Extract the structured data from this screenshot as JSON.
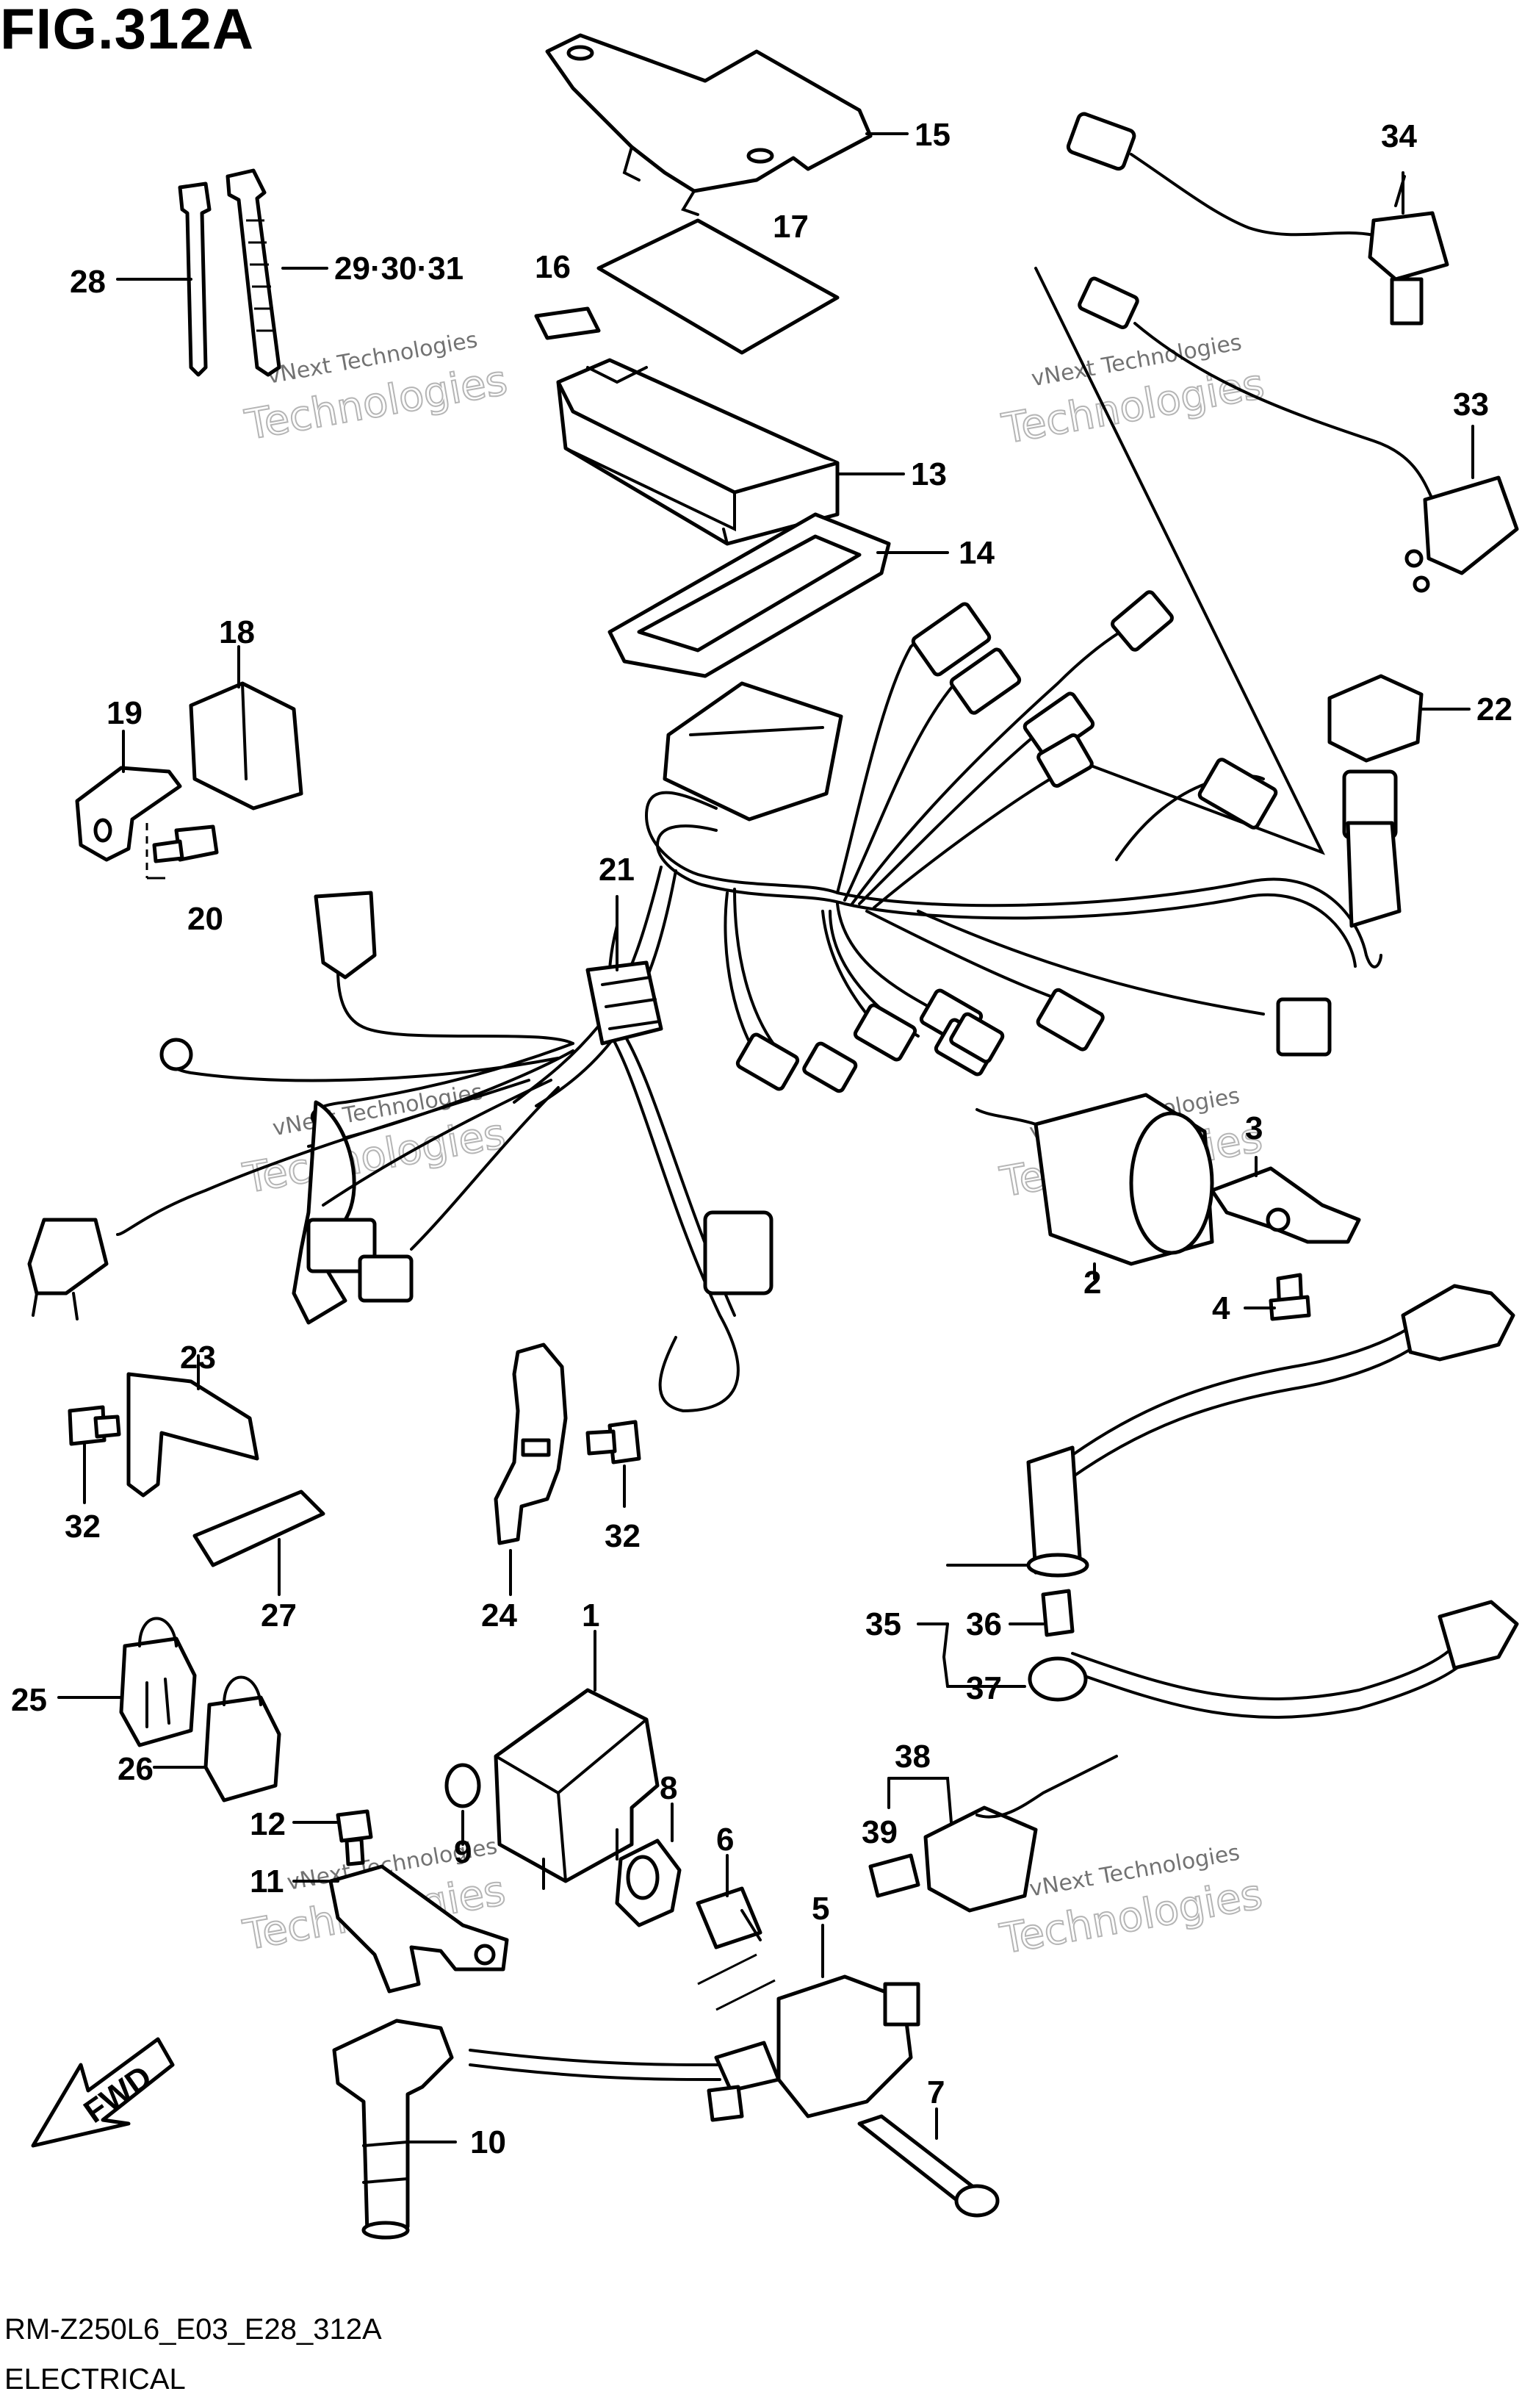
{
  "figure": {
    "title": "FIG.312A",
    "code": "RM-Z250L6_E03_E28_312A",
    "section": "ELECTRICAL"
  },
  "watermark": {
    "line1": "vNext Technologies",
    "line2": "Technologies"
  },
  "fwd_label": "FWD",
  "callouts": [
    {
      "id": "15",
      "label": "15"
    },
    {
      "id": "34",
      "label": "34"
    },
    {
      "id": "28",
      "label": "28"
    },
    {
      "id": "29",
      "label": "29·30·31"
    },
    {
      "id": "16",
      "label": "16"
    },
    {
      "id": "17",
      "label": "17"
    },
    {
      "id": "33",
      "label": "33"
    },
    {
      "id": "13",
      "label": "13"
    },
    {
      "id": "14",
      "label": "14"
    },
    {
      "id": "18",
      "label": "18"
    },
    {
      "id": "19",
      "label": "19"
    },
    {
      "id": "22",
      "label": "22"
    },
    {
      "id": "20",
      "label": "20"
    },
    {
      "id": "21",
      "label": "21"
    },
    {
      "id": "3",
      "label": "3"
    },
    {
      "id": "2",
      "label": "2"
    },
    {
      "id": "4",
      "label": "4"
    },
    {
      "id": "23",
      "label": "23"
    },
    {
      "id": "32a",
      "label": "32"
    },
    {
      "id": "32b",
      "label": "32"
    },
    {
      "id": "27",
      "label": "27"
    },
    {
      "id": "24",
      "label": "24"
    },
    {
      "id": "1",
      "label": "1"
    },
    {
      "id": "35",
      "label": "35"
    },
    {
      "id": "36",
      "label": "36"
    },
    {
      "id": "37",
      "label": "37"
    },
    {
      "id": "25",
      "label": "25"
    },
    {
      "id": "26",
      "label": "26"
    },
    {
      "id": "38",
      "label": "38"
    },
    {
      "id": "8",
      "label": "8"
    },
    {
      "id": "6",
      "label": "6"
    },
    {
      "id": "12",
      "label": "12"
    },
    {
      "id": "9",
      "label": "9"
    },
    {
      "id": "39",
      "label": "39"
    },
    {
      "id": "11",
      "label": "11"
    },
    {
      "id": "5",
      "label": "5"
    },
    {
      "id": "7",
      "label": "7"
    },
    {
      "id": "10",
      "label": "10"
    }
  ]
}
